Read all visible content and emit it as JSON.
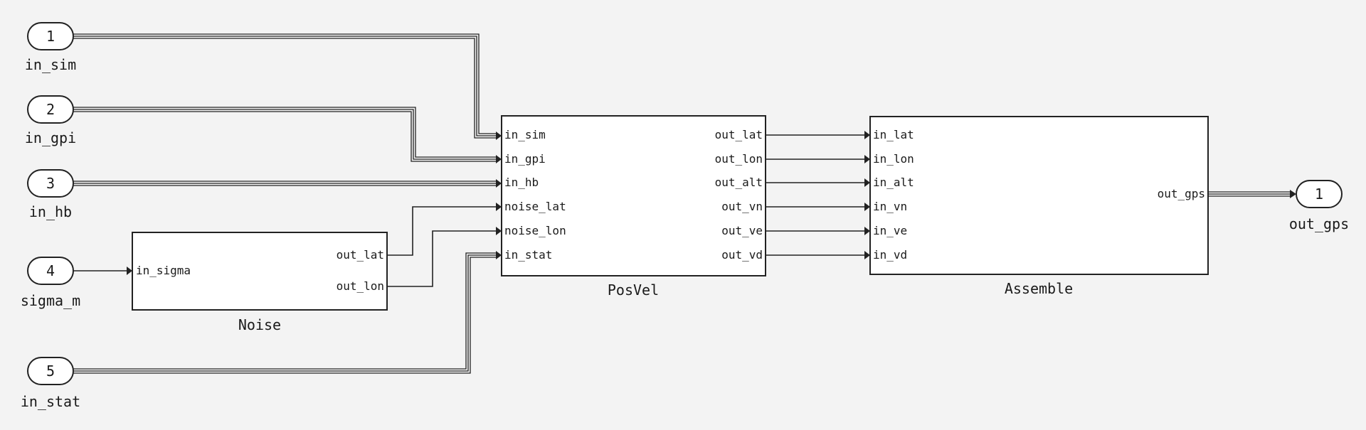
{
  "inports": [
    {
      "num": "1",
      "label": "in_sim"
    },
    {
      "num": "2",
      "label": "in_gpi"
    },
    {
      "num": "3",
      "label": "in_hb"
    },
    {
      "num": "4",
      "label": "sigma_m"
    },
    {
      "num": "5",
      "label": "in_stat"
    }
  ],
  "outport": {
    "num": "1",
    "label": "out_gps"
  },
  "noise": {
    "title": "Noise",
    "inputs": [
      "in_sigma"
    ],
    "outputs": [
      "out_lat",
      "out_lon"
    ]
  },
  "posvel": {
    "title": "PosVel",
    "inputs": [
      "in_sim",
      "in_gpi",
      "in_hb",
      "noise_lat",
      "noise_lon",
      "in_stat"
    ],
    "outputs": [
      "out_lat",
      "out_lon",
      "out_alt",
      "out_vn",
      "out_ve",
      "out_vd"
    ]
  },
  "assemble": {
    "title": "Assemble",
    "inputs": [
      "in_lat",
      "in_lon",
      "in_alt",
      "in_vn",
      "in_ve",
      "in_vd"
    ],
    "outputs": [
      "out_gps"
    ]
  }
}
